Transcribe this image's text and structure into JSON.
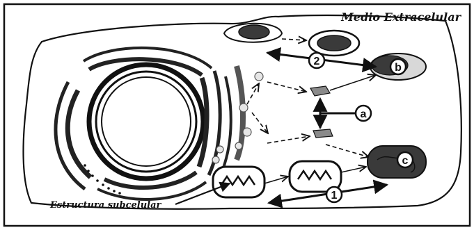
{
  "labels": {
    "extracellular": "Medio Extracelular",
    "subcellular": "Estructura subcelular"
  },
  "markers": {
    "one": "1",
    "two": "2",
    "a": "a",
    "b": "b",
    "c": "c"
  },
  "colors": {
    "ink": "#111111",
    "dark_fill": "#3a3a3a",
    "mid_fill": "#8a8a8a",
    "light_fill": "#d8d8d8",
    "background": "#ffffff"
  }
}
